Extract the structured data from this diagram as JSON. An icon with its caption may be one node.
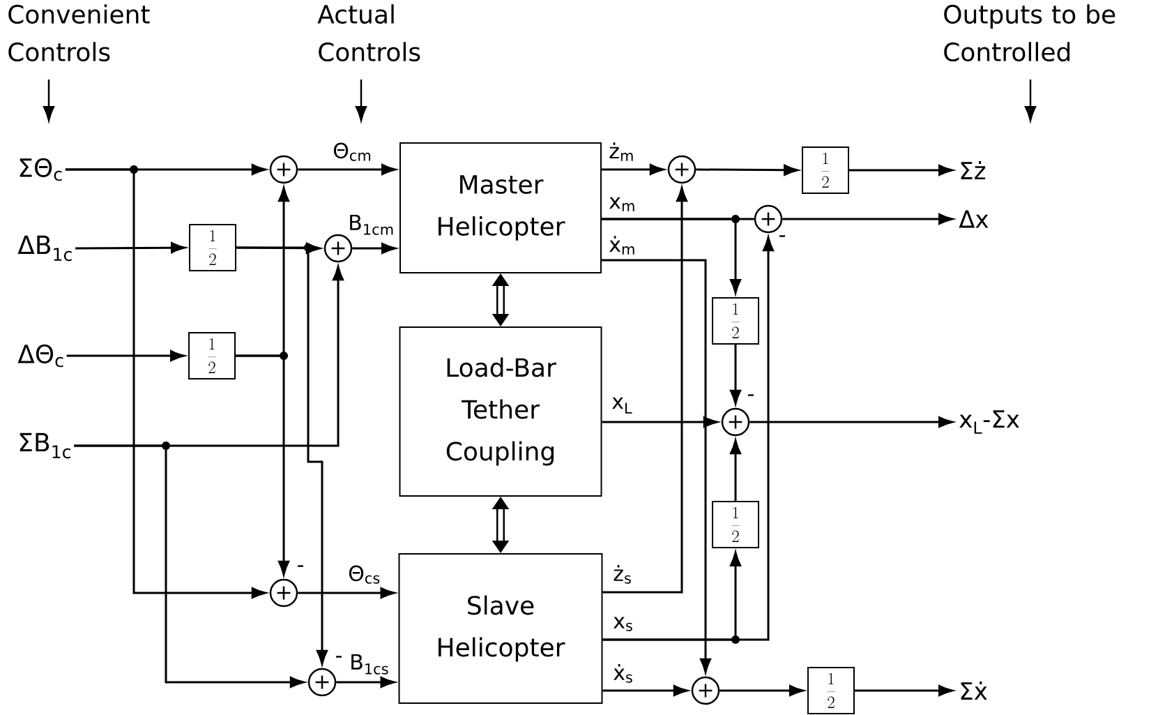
{
  "diagram": {
    "nodes": [
      {
        "text": [
          "ΣΘ$_{c}$"
        ]
      },
      {
        "text": [
          "ΔB$_{1c}$"
        ]
      },
      {
        "text": [
          "ΔΘ$_{c}$"
        ]
      },
      {
        "text": [
          "ΣB$_{1c}$"
        ]
      },
      {
        "text": [
          "\\frac{1}{2}"
        ]
      },
      {
        "text": [
          "\\frac{1}{2}"
        ]
      },
      {
        "text": [
          "+"
        ]
      },
      {
        "text": [
          "+"
        ]
      },
      {
        "text": [
          "+"
        ]
      },
      {
        "text": [
          "+"
        ]
      },
      {
        "text": [
          "Master Helicopter"
        ]
      },
      {
        "text": [
          "Load-Bar Tether Coupling"
        ]
      },
      {
        "text": [
          "Slave Helicopter"
        ]
      },
      {
        "text": [
          "+"
        ]
      },
      {
        "text": [
          "\\frac{1}{2}"
        ]
      },
      {
        "text": [
          "+"
        ]
      },
      {
        "text": [
          "\\frac{1}{2}"
        ]
      },
      {
        "text": [
          "+"
        ]
      },
      {
        "text": [
          "\\frac{1}{2}"
        ]
      },
      {
        "text": [
          "+"
        ]
      },
      {
        "text": [
          "\\frac{1}{2}"
        ]
      },
      {
        "text": [
          "Σż"
        ]
      },
      {
        "text": [
          "Δx"
        ]
      },
      {
        "text": [
          "x$_{L}$-Σx"
        ]
      },
      {
        "text": [
          "Σẋ"
        ]
      }
    ],
    "edges": [
      {
        "from": 0,
        "to": 6,
        "arrow": "to"
      },
      {
        "from": 0,
        "to": 8,
        "arrow": "to"
      },
      {
        "from": 1,
        "to": 4,
        "arrow": "to"
      },
      {
        "from": 4,
        "to": 7,
        "arrow": "to"
      },
      {
        "from": 4,
        "to": 9,
        "arrow": "to",
        "label": "-"
      },
      {
        "from": 2,
        "to": 5,
        "arrow": "to"
      },
      {
        "from": 5,
        "to": 6,
        "arrow": "to"
      },
      {
        "from": 5,
        "to": 8,
        "arrow": "to",
        "label": "-"
      },
      {
        "from": 3,
        "to": 7,
        "arrow": "to"
      },
      {
        "from": 3,
        "to": 9,
        "arrow": "to"
      },
      {
        "from": 6,
        "to": 10,
        "arrow": "to",
        "label": "Θ$_{cm}$"
      },
      {
        "from": 7,
        "to": 10,
        "arrow": "to",
        "label": "B$_{1cm}$"
      },
      {
        "from": 8,
        "to": 12,
        "arrow": "to",
        "label": "Θ$_{cs}$"
      },
      {
        "from": 9,
        "to": 12,
        "arrow": "to",
        "label": "B$_{1cs}$"
      },
      {
        "from": 10,
        "to": 11,
        "arrow": "both",
        "style": "thick"
      },
      {
        "from": 11,
        "to": 12,
        "arrow": "both",
        "style": "thick"
      },
      {
        "from": 10,
        "to": 13,
        "arrow": "to",
        "label": "ż$_{m}$"
      },
      {
        "from": 13,
        "to": 14,
        "arrow": "to"
      },
      {
        "from": 14,
        "to": 21,
        "arrow": "to"
      },
      {
        "from": 10,
        "to": 15,
        "arrow": "none",
        "label": "x$_{m}$"
      },
      {
        "from": 15,
        "to": 22,
        "arrow": "to"
      },
      {
        "from": 10,
        "to": 16,
        "arrow": "to"
      },
      {
        "from": 16,
        "to": 17,
        "arrow": "to",
        "label": "-"
      },
      {
        "from": 11,
        "to": 17,
        "arrow": "to",
        "label": "x$_{L}$"
      },
      {
        "from": 17,
        "to": 23,
        "arrow": "to"
      },
      {
        "from": 10,
        "to": 19,
        "arrow": "to",
        "label": "ẋ$_{m}$"
      },
      {
        "from": 19,
        "to": 20,
        "arrow": "to"
      },
      {
        "from": 20,
        "to": 24,
        "arrow": "to"
      },
      {
        "from": 12,
        "to": 13,
        "arrow": "to",
        "label": "ż$_{s}$"
      },
      {
        "from": 12,
        "to": 18,
        "arrow": "to",
        "label": "x$_{s}$"
      },
      {
        "from": 18,
        "to": 17,
        "arrow": "to"
      },
      {
        "from": 12,
        "to": 15,
        "arrow": "to",
        "label": "-"
      },
      {
        "from": 12,
        "to": 19,
        "arrow": "to",
        "label": "ẋ$_{s}$"
      }
    ],
    "labels": [
      "Convenient Controls",
      "Actual Controls",
      "Outputs to be Controlled"
    ]
  }
}
